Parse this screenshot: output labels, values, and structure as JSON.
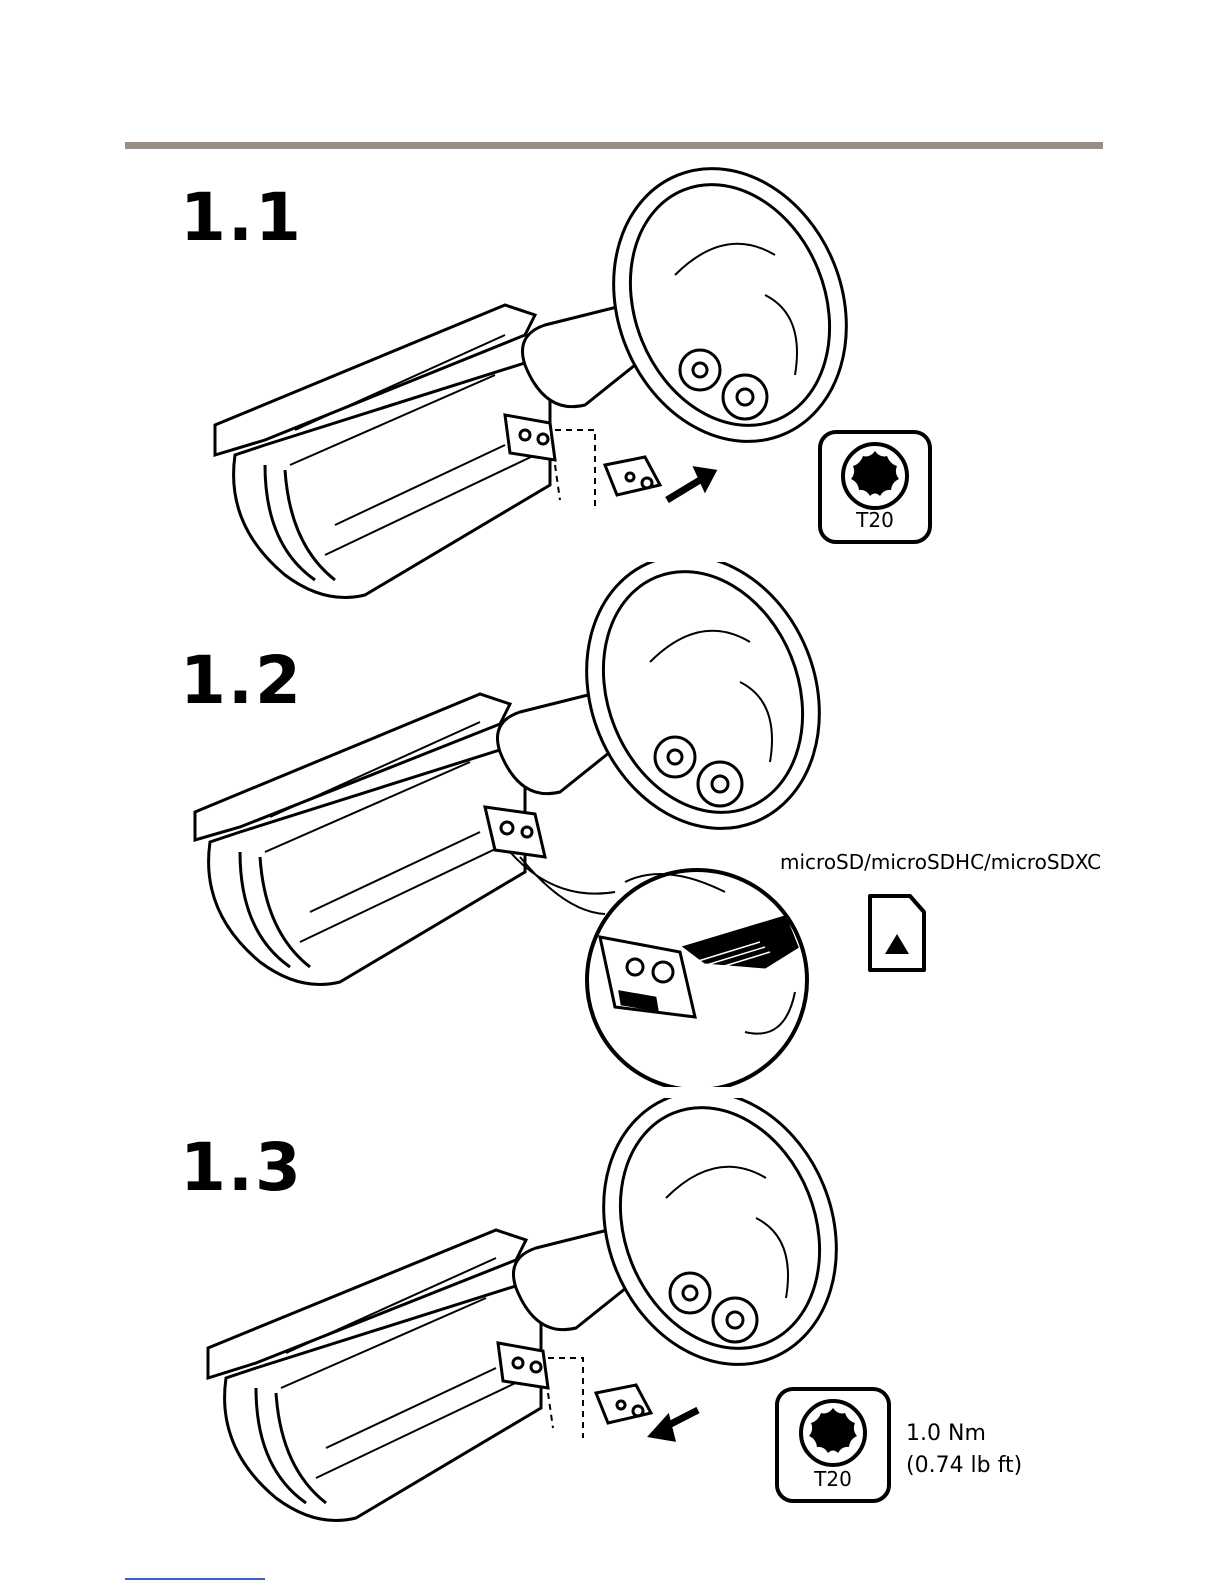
{
  "steps": [
    {
      "label": "1.1",
      "tool": "T20"
    },
    {
      "label": "1.2",
      "card_label": "microSD/microSDHC/microSDXC"
    },
    {
      "label": "1.3",
      "tool": "T20",
      "torque": [
        "1.0 Nm",
        "(0.74 lb ft)"
      ]
    }
  ],
  "icons": {
    "torx": "torx-bit-icon",
    "sdcard": "sd-card-icon",
    "arrow": "direction-arrow-icon"
  },
  "colors": {
    "rule": "#9a8f82",
    "link": "#3a62c8"
  }
}
